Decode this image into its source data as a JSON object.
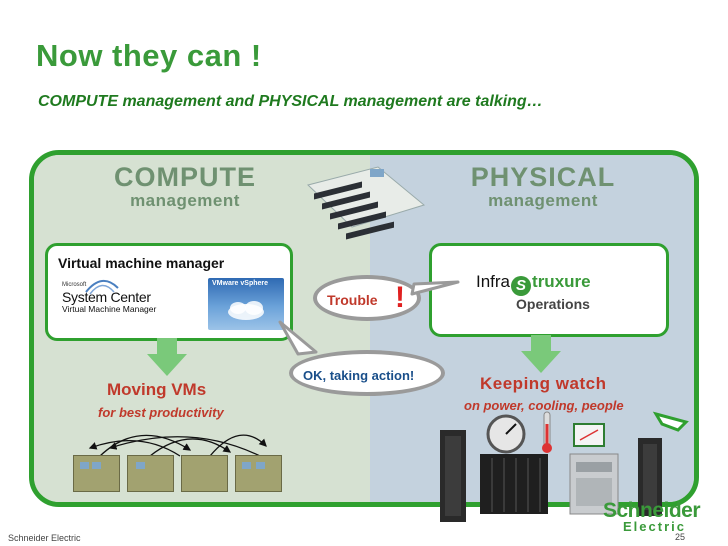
{
  "title": "Now they can !",
  "subtitle": "COMPUTE management and PHYSICAL management are talking…",
  "compute": {
    "heading": "COMPUTE",
    "subheading": "management",
    "box_label": "Virtual machine manager",
    "logo_ms": "Microsoft",
    "logo_sc": "System Center",
    "logo_vmm": "Virtual Machine Manager",
    "vsphere_label": "VMware vSphere",
    "result_title": "Moving VMs",
    "result_sub": "for best productivity"
  },
  "physical": {
    "heading": "PHYSICAL",
    "subheading": "management",
    "logo_pre": "Infra",
    "logo_s": "S",
    "logo_post": "truxure",
    "box_label": "Operations",
    "result_title": "Keeping watch",
    "result_sub": "on power, cooling, people"
  },
  "bubbles": {
    "trouble": "Trouble",
    "exclamation": "!",
    "ok": "OK, taking action!"
  },
  "footer": {
    "company": "Schneider Electric",
    "logo_line1": "Schneider",
    "logo_line2": "Electric",
    "page": "25"
  },
  "colors": {
    "green": "#2fa02f",
    "red": "#c0392b",
    "blue": "#1a4f8a"
  }
}
